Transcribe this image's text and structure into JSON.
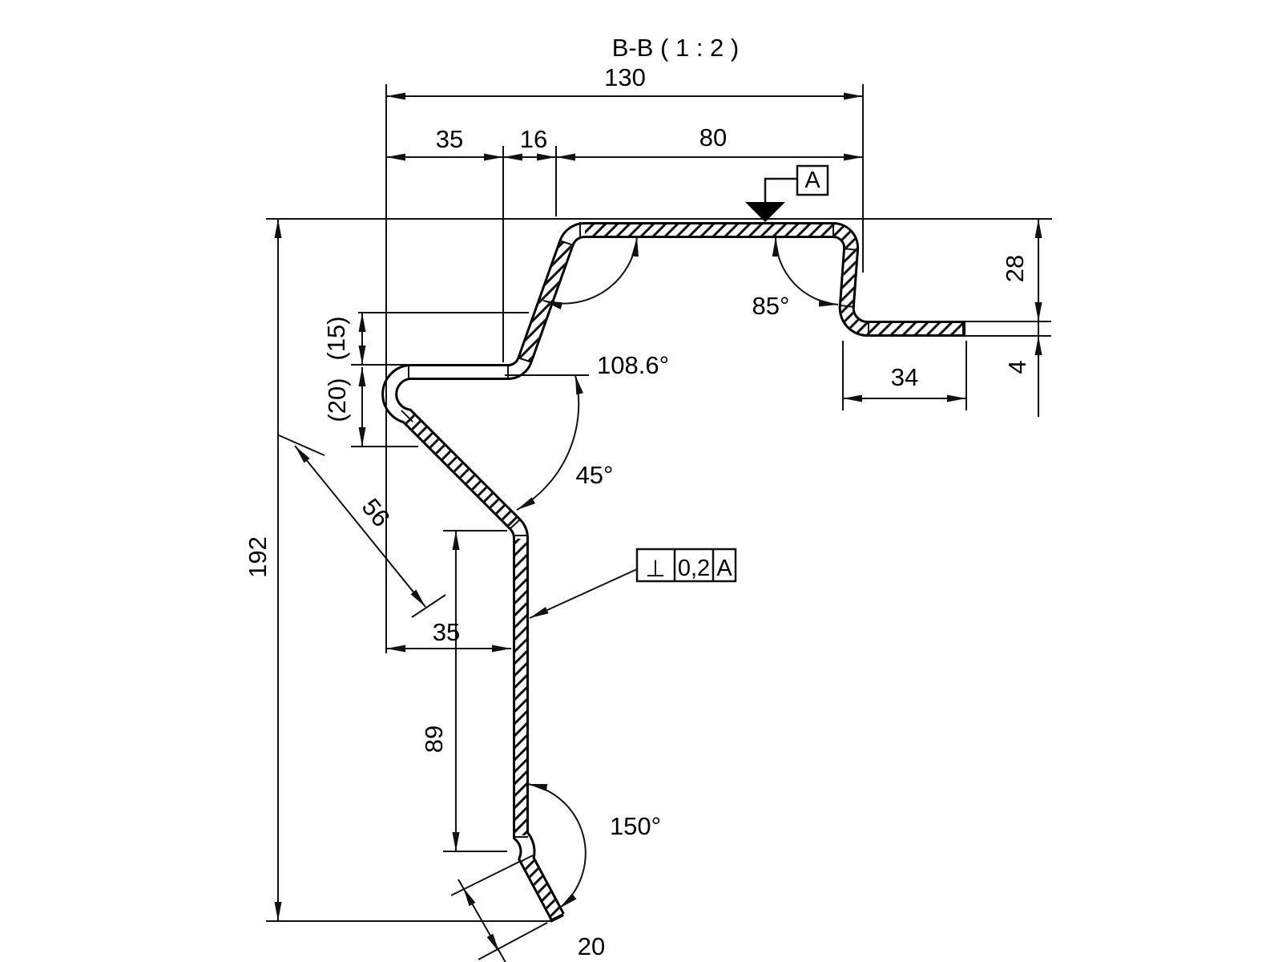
{
  "view": {
    "title": "B-B ( 1 : 2 )"
  },
  "dimensions": {
    "overall_width": "130",
    "top_left": "35",
    "top_mid": "16",
    "top_right": "80",
    "right_height": "28",
    "thickness": "4",
    "right_flange": "34",
    "angle_top_left": "108.6°",
    "angle_top_right": "85°",
    "ref_height_15": "(15)",
    "ref_height_20": "(20)",
    "diagonal_56": "56",
    "angle_mid": "45°",
    "overall_height": "192",
    "mid_width": "35",
    "wall_height": "89",
    "angle_bottom": "150°",
    "tab_length": "20"
  },
  "datum": {
    "label": "A"
  },
  "feature_control_frame": {
    "symbol": "⊥",
    "tolerance": "0,2",
    "datum": "A"
  },
  "colors": {
    "background": "#ffffff",
    "lines": "#111111",
    "text": "#000000"
  }
}
